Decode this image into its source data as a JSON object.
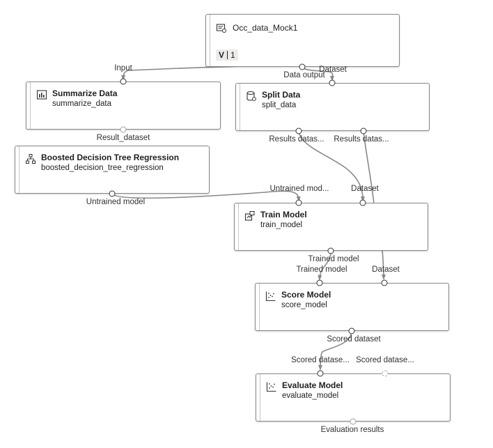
{
  "dataset": {
    "title": "Occ_data_Mock1",
    "version_label": "V",
    "version_value": "1",
    "output_port": "Dataset",
    "icon": "dataset-icon"
  },
  "summarize": {
    "title": "Summarize Data",
    "name": "summarize_data",
    "input_port": "Input",
    "output_port": "Result_dataset",
    "icon": "bar-chart-icon"
  },
  "split": {
    "title": "Split Data",
    "name": "split_data",
    "input_port": "Data output",
    "output_port_1": "Results datas...",
    "output_port_2": "Results datas...",
    "icon": "cylinder-icon"
  },
  "boosted": {
    "title": "Boosted Decision Tree Regression",
    "name": "boosted_decision_tree_regression",
    "output_port": "Untrained model",
    "icon": "tree-icon"
  },
  "train": {
    "title": "Train Model",
    "name": "train_model",
    "input_port_1": "Untrained mod...",
    "input_port_2": "Dataset",
    "output_port": "Trained model",
    "icon": "train-icon"
  },
  "score": {
    "title": "Score Model",
    "name": "score_model",
    "input_port_1": "Trained model",
    "input_port_2": "Dataset",
    "output_port": "Scored dataset",
    "icon": "scatter-icon"
  },
  "evaluate": {
    "title": "Evaluate Model",
    "name": "evaluate_model",
    "input_port_1": "Scored datase...",
    "input_port_2": "Scored datase...",
    "output_port": "Evaluation results",
    "icon": "scatter-icon"
  },
  "colors": {
    "wire": "#8a8886",
    "border": "#8a8886",
    "text": "#201f1e"
  }
}
